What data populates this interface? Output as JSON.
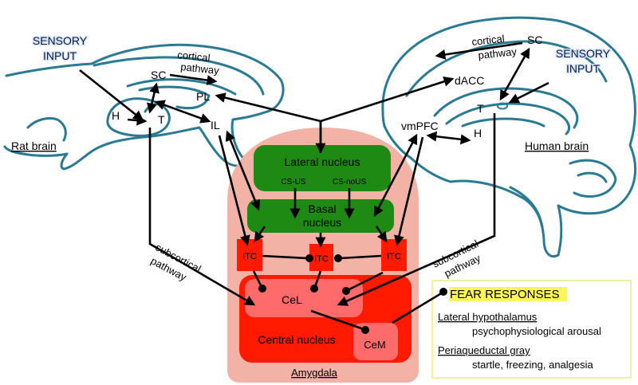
{
  "rat": {
    "sensory_input": [
      "SENSORY",
      "INPUT"
    ],
    "sc": "SC",
    "h": "H",
    "t": "T",
    "pl": "PL",
    "il": "IL",
    "cortical_pathway": [
      "cortical",
      "pathway"
    ],
    "subcortical_pathway": [
      "subcortical",
      "pathway"
    ],
    "brain_label": "Rat brain"
  },
  "human": {
    "sensory_input": [
      "SENSORY",
      "INPUT"
    ],
    "sc": "SC",
    "dacc": "dACC",
    "vmpfc": "vmPFC",
    "h": "H",
    "t": "T",
    "cortical_pathway": [
      "cortical",
      "pathway"
    ],
    "subcortical_pathway": [
      "subcortical",
      "pathway"
    ],
    "brain_label": "Human brain"
  },
  "amygdala": {
    "label": "Amygdala",
    "lateral_nucleus": "Lateral nucleus",
    "cs_us": "CS-US",
    "cs_nous": "CS-noUS",
    "basal_nucleus": [
      "Basal",
      "nucleus"
    ],
    "itc": "ITC",
    "cel": "CeL",
    "cem": "CeM",
    "central_nucleus": "Central nucleus"
  },
  "fear": {
    "title": "FEAR RESPONSES",
    "items": [
      {
        "region": "Lateral hypothalamus",
        "effect": "psychophysiological arousal"
      },
      {
        "region": "Periaqueductal gray",
        "effect": "startle, freezing, analgesia"
      }
    ]
  },
  "colors": {
    "brain_outline": "#2a7a93",
    "amygdala_bg": "#f2b3a6",
    "lateral_basal": "#1e8a14",
    "itc": "#ff1a00",
    "central": "#ff1a00",
    "cel_cem": "#ff6b6b",
    "fear_box_border": "#f0f0a0",
    "fear_highlight": "#fbf65a"
  }
}
